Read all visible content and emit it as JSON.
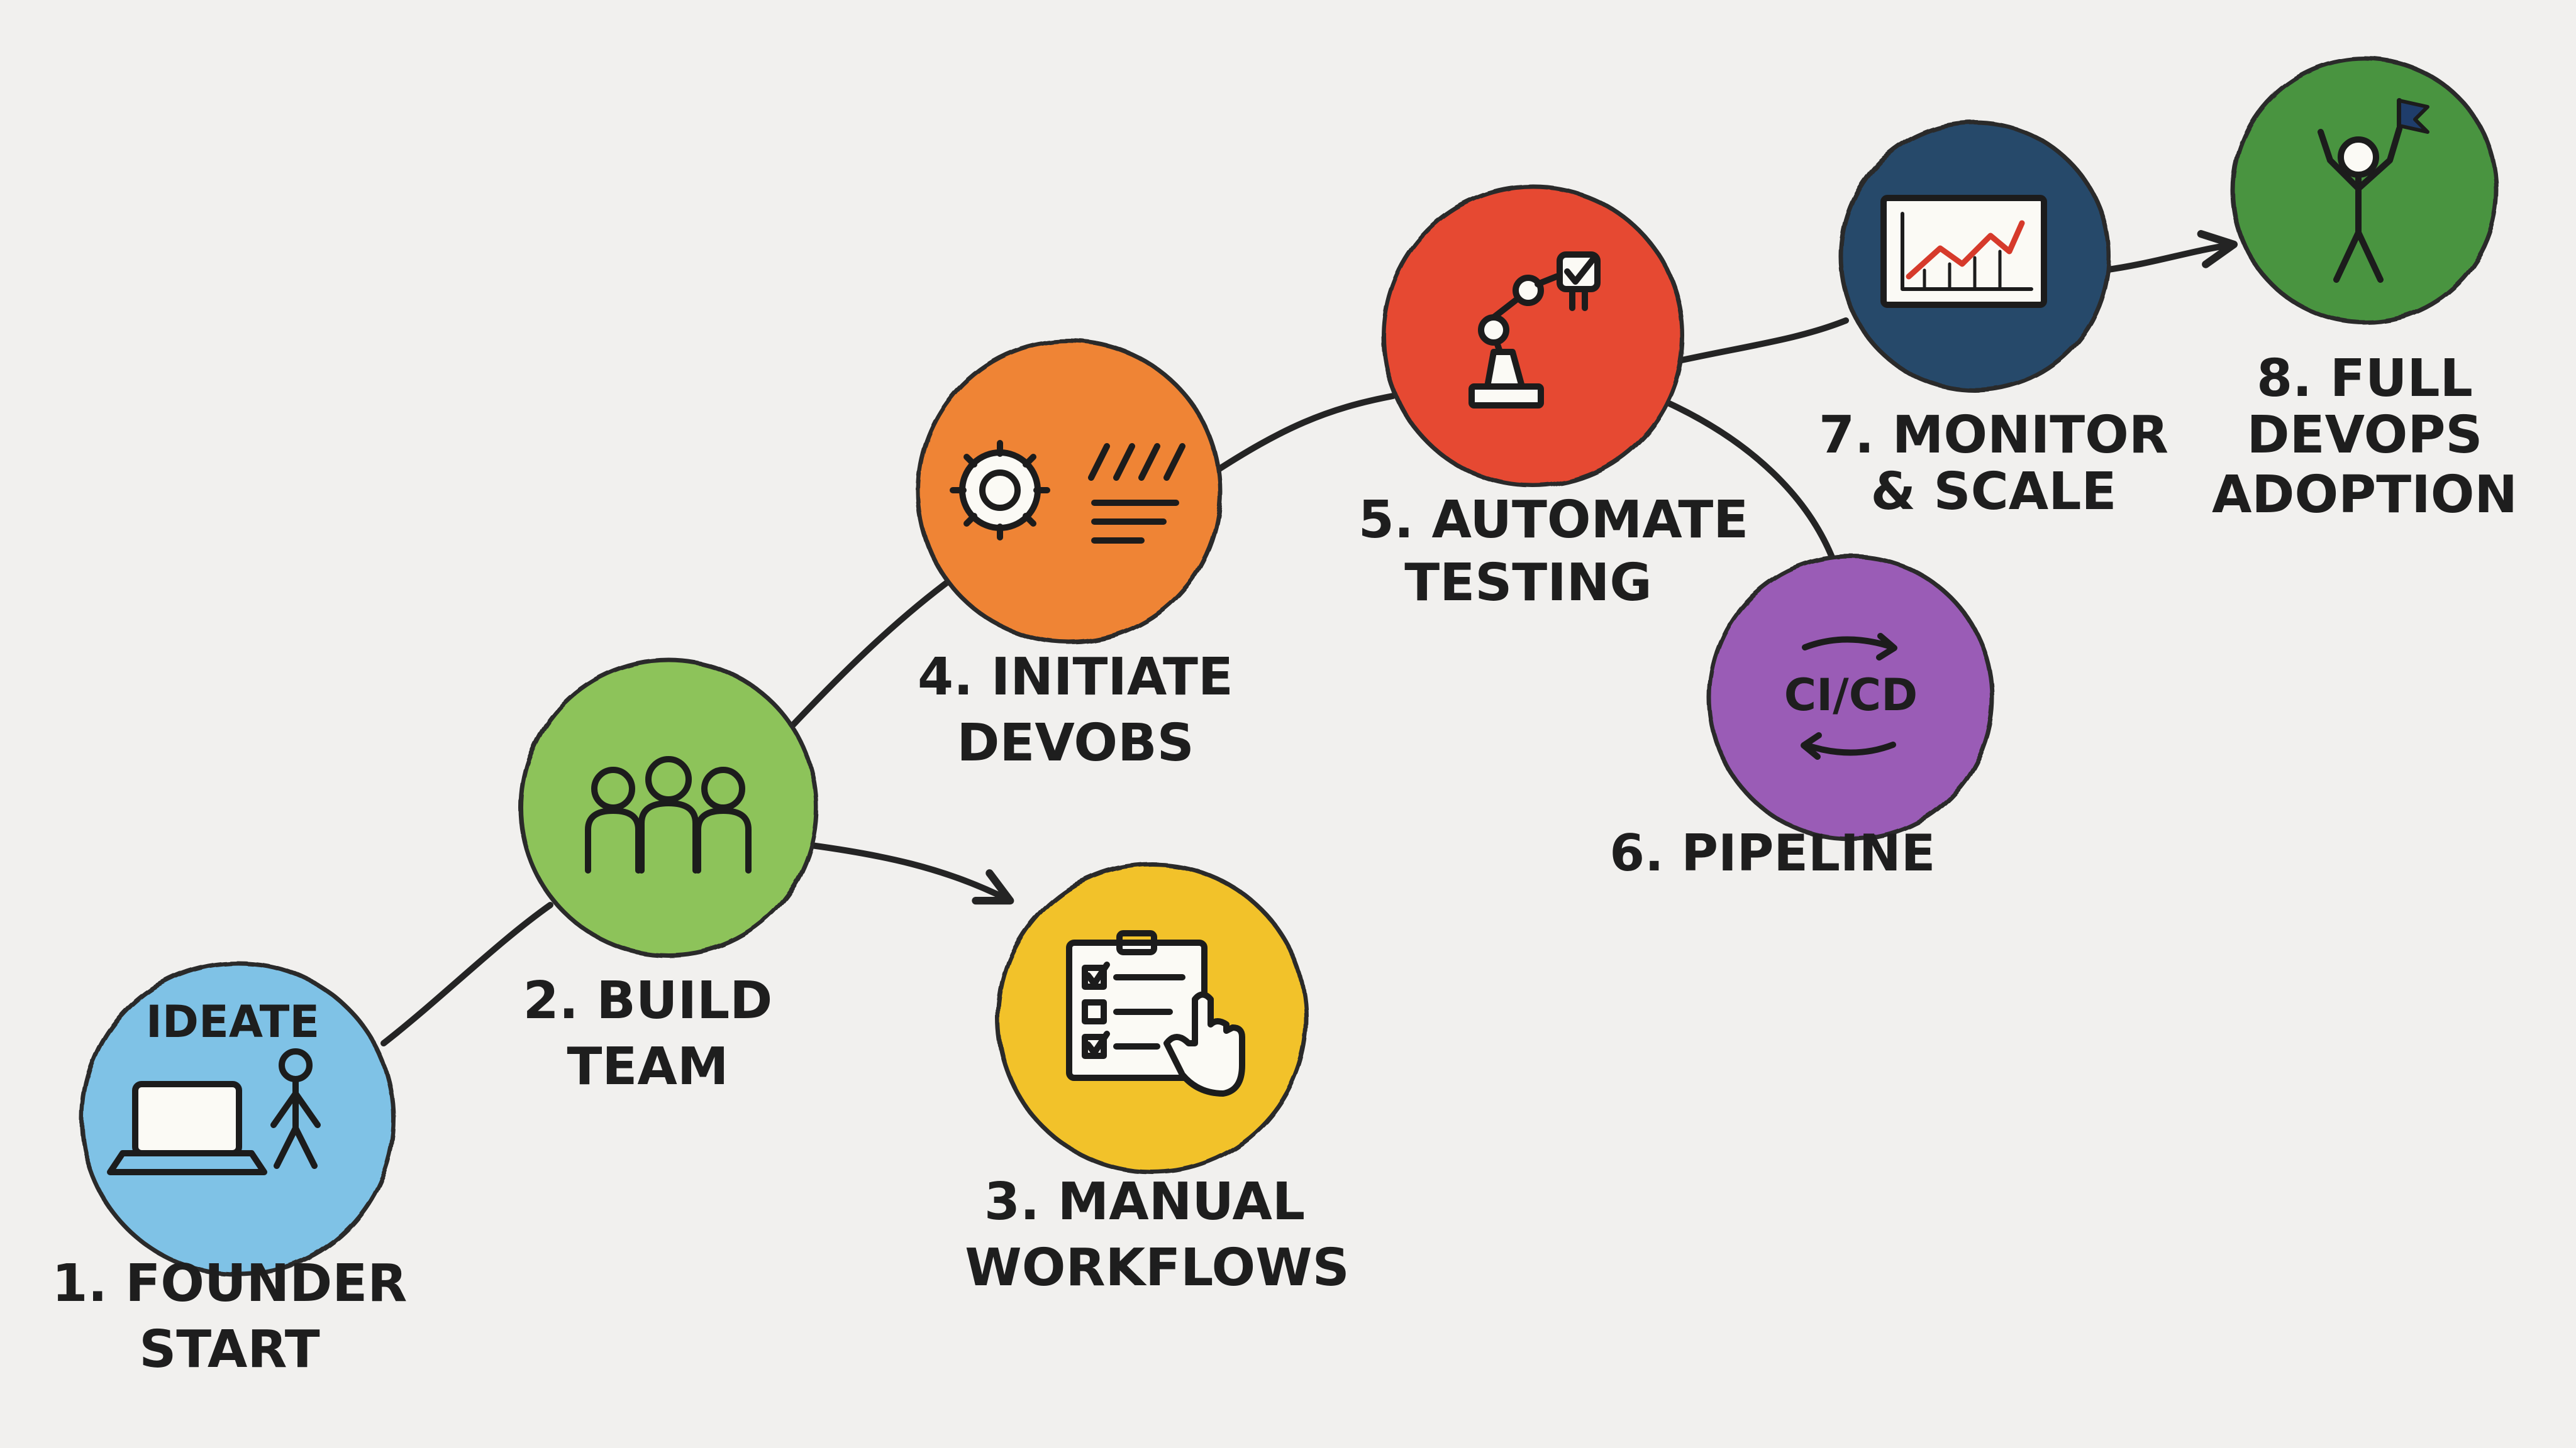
{
  "diagram": {
    "stages": [
      {
        "id": "s1",
        "title_lines": [
          "1. FOUNDER",
          "START"
        ],
        "badge": "IDEATE",
        "icon": "laptop-person-icon",
        "color": "#7fc2e6"
      },
      {
        "id": "s2",
        "title_lines": [
          "2. BUILD",
          "TEAM"
        ],
        "icon": "team-people-icon",
        "color": "#8dc35a"
      },
      {
        "id": "s3",
        "title_lines": [
          "3. MANUAL",
          "WORKFLOWS"
        ],
        "icon": "checklist-hand-icon",
        "color": "#f2c22c"
      },
      {
        "id": "s4",
        "title_lines": [
          "4. INITIATE",
          "DEVOBS"
        ],
        "icon": "gear-code-icon",
        "color": "#ef8434"
      },
      {
        "id": "s5",
        "title_lines": [
          "5. AUTOMATE",
          "TESTING"
        ],
        "icon": "robot-arm-icon",
        "color": "#e64a33"
      },
      {
        "id": "s6",
        "title_lines": [
          "6. PIPE",
          "LINE"
        ],
        "badge": "CI/CD",
        "icon": "cycle-arrows-icon",
        "color": "#9a5bb6"
      },
      {
        "id": "s7",
        "title_lines": [
          "7. MONITOR",
          "& SCALE"
        ],
        "icon": "chart-monitor-icon",
        "color": "#27496b"
      },
      {
        "id": "s8",
        "title_lines": [
          "8. FULL",
          "DEVOPS",
          "ADOPTION"
        ],
        "icon": "celebrating-person-flag-icon",
        "color": "#4a9440"
      }
    ]
  }
}
